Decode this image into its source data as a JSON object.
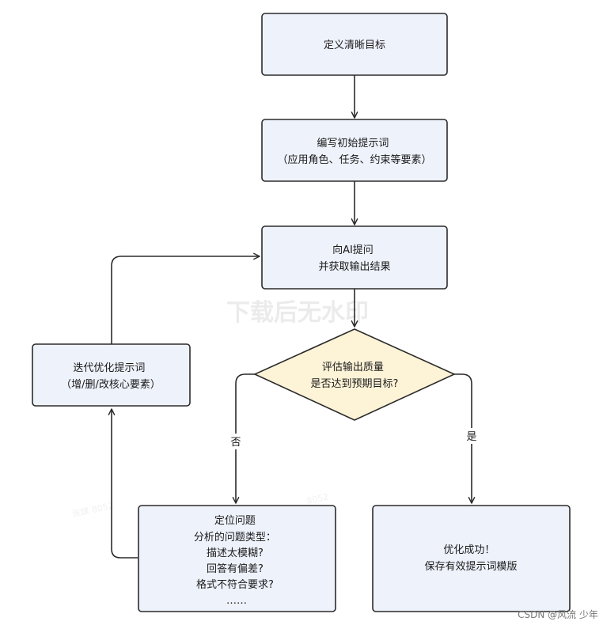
{
  "nodes": {
    "define_goal": {
      "lines": [
        "定义清晰目标"
      ]
    },
    "write_prompt": {
      "lines": [
        "编写初始提示词",
        "（应用角色、任务、约束等要素）"
      ]
    },
    "ask_ai": {
      "lines": [
        "向AI提问",
        "并获取输出结果"
      ]
    },
    "evaluate": {
      "lines": [
        "评估输出质量",
        "是否达到预期目标?"
      ]
    },
    "iterate": {
      "lines": [
        "迭代优化提示词",
        "（增/删/改核心要素）"
      ]
    },
    "locate_problem": {
      "lines": [
        "定位问题",
        "分析的问题类型：",
        "描述太模糊?",
        "回答有偏差?",
        "格式不符合要求?",
        "……"
      ]
    },
    "success": {
      "lines": [
        "优化成功！",
        "保存有效提示词模版"
      ]
    }
  },
  "edge_labels": {
    "no": "否",
    "yes": "是"
  },
  "watermark": {
    "main": "下载后无水印",
    "small_1": "张婕 8052",
    "small_2": "8052"
  },
  "credit": "CSDN @风流 少年",
  "colors": {
    "box_fill": "#eef2fb",
    "diamond_fill": "#fdf3d7",
    "stroke": "#2b2b2b"
  }
}
